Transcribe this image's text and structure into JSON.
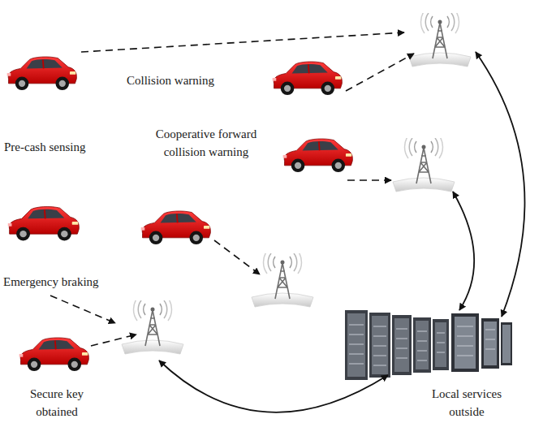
{
  "diagram": {
    "labels": [
      "Collision warning",
      "Pre-cash sensing",
      "Cooperative forward collision warning",
      "Emergency braking",
      "Secure key obtained",
      "Local services outside"
    ]
  }
}
